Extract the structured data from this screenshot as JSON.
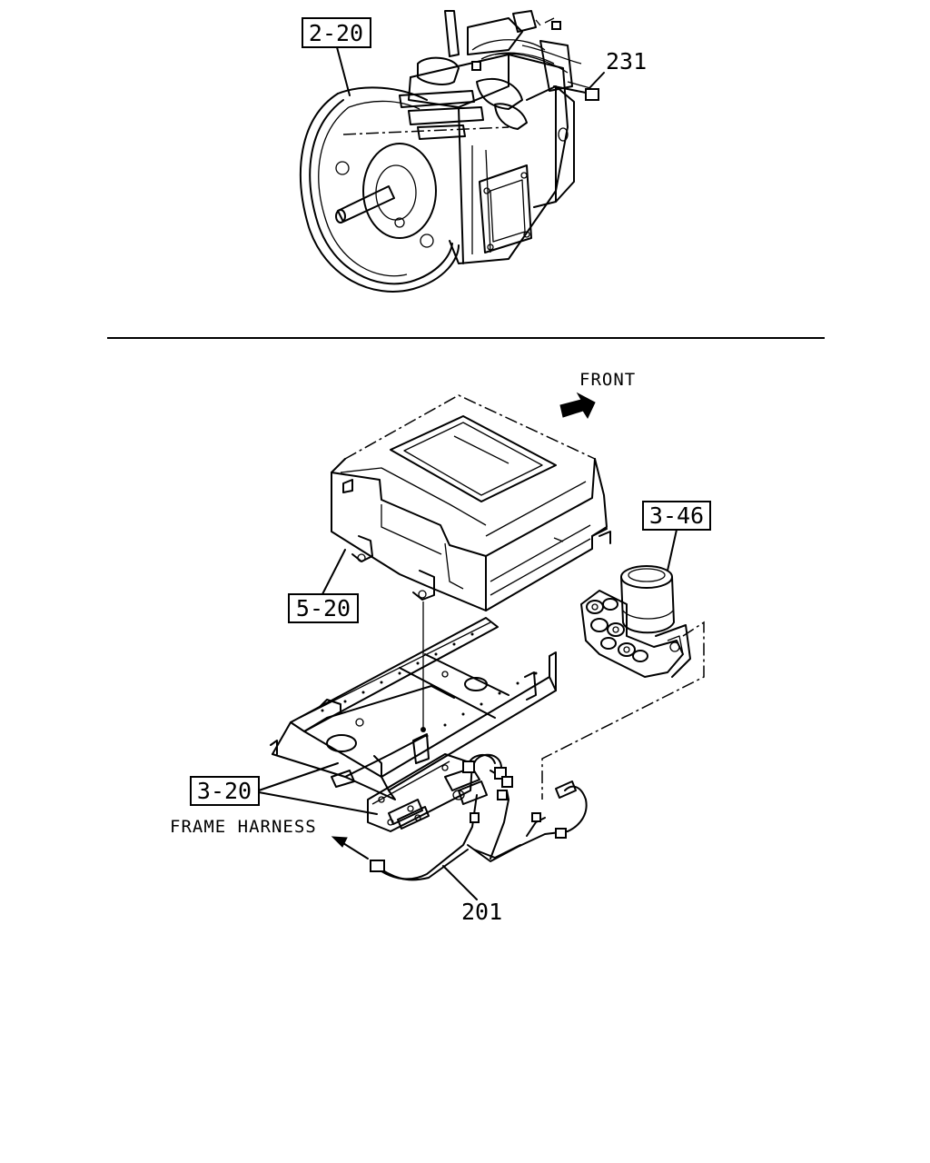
{
  "callouts": {
    "ref_2_20": "2-20",
    "part_231": "231",
    "front": "FRONT",
    "ref_3_46": "3-46",
    "ref_5_20": "5-20",
    "ref_3_20": "3-20",
    "frame_harness": "FRAME HARNESS",
    "part_201": "201"
  },
  "icons": {
    "front_arrow": "front-direction-arrow-icon",
    "harness_arrow": "frame-harness-arrow-icon"
  },
  "colors": {
    "ink": "#000000",
    "paper": "#ffffff"
  }
}
